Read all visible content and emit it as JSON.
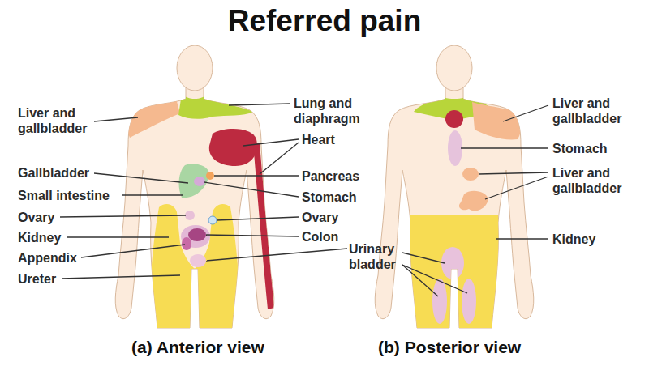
{
  "diagram": {
    "title": "Referred pain",
    "labels": [
      "Liver and gallbladder",
      "Gallbladder",
      "Small intestine",
      "Ovary",
      "Kidney",
      "Appendix",
      "Ureter",
      "Lung and diaphragm",
      "Heart",
      "Pancreas",
      "Stomach",
      "Ovary",
      "Colon",
      "Urinary bladder",
      "Liver and gallbladder",
      "Stomach",
      "Liver and gallbladder",
      "Kidney",
      "(a) Anterior view",
      "(b) Posterior view"
    ]
  }
}
